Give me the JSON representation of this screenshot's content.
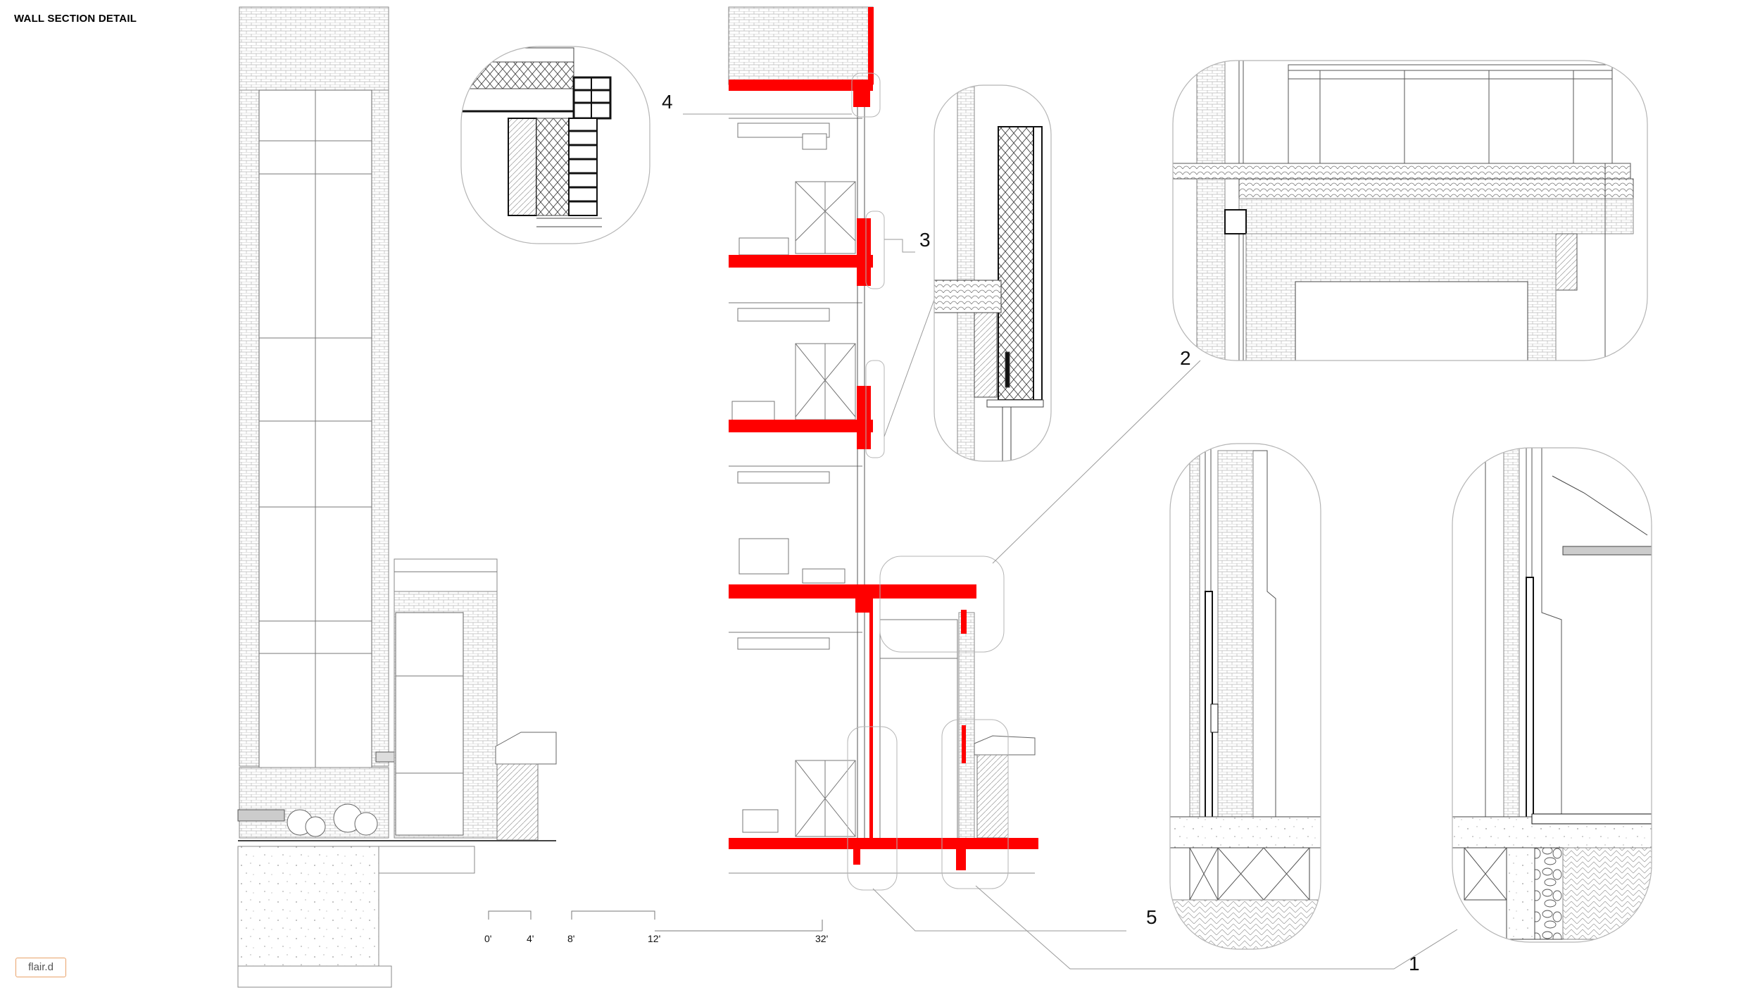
{
  "header": {
    "title": "WALL SECTION DETAIL"
  },
  "callouts": {
    "c1": "1",
    "c2": "2",
    "c3": "3",
    "c4": "4",
    "c5": "5"
  },
  "scale_bar": {
    "t0": "0'",
    "t1": "4'",
    "t2": "8'",
    "t3": "12'",
    "t4": "32'"
  },
  "footer": {
    "logo": "flair.d"
  },
  "colors": {
    "highlight": "#ff0000",
    "line": "#555555",
    "light_line": "#9a9a9a",
    "bubble": "#b5b5b5"
  }
}
